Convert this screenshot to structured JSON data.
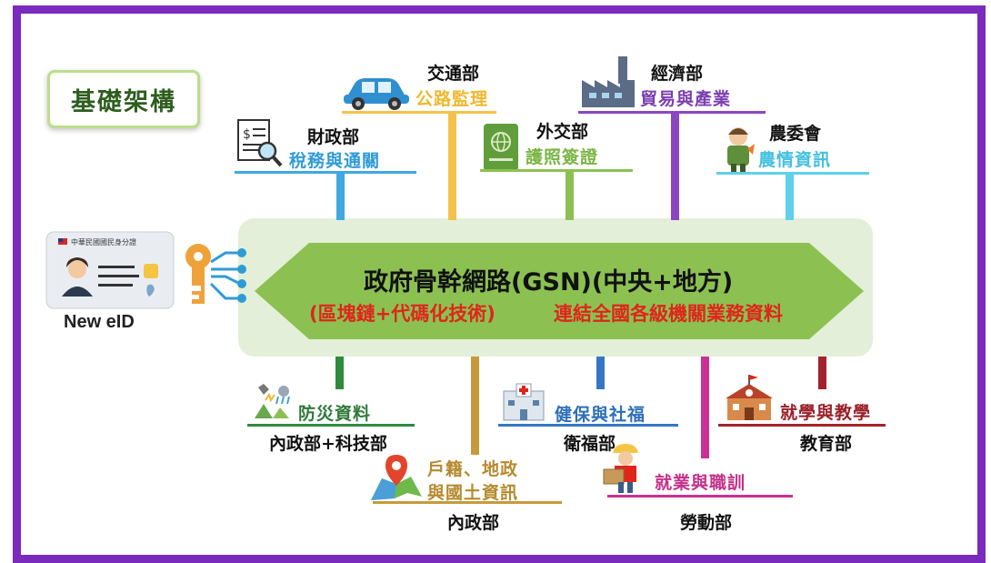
{
  "title": "基礎架構",
  "core": {
    "title": "政府骨幹網路(GSN)(中央+地方)",
    "sub_left": "(區塊鏈+代碼化技術)",
    "sub_right": "連結全國各級機關業務資料"
  },
  "eid": {
    "label": "New eID",
    "card_header": "中華民國國民身分證"
  },
  "top_nodes": [
    {
      "ministry": "財政部",
      "service": "稅務與通關",
      "color": "#2f9bd6",
      "line": "#3ea9e0",
      "icon": "tax-document-icon"
    },
    {
      "ministry": "交通部",
      "service": "公路監理",
      "color": "#f1b72c",
      "line": "#f4c24a",
      "icon": "car-icon"
    },
    {
      "ministry": "外交部",
      "service": "護照簽證",
      "color": "#79b544",
      "line": "#8cc152",
      "icon": "passport-icon"
    },
    {
      "ministry": "經濟部",
      "service": "貿易與產業",
      "color": "#7b3fb0",
      "line": "#8a46c2",
      "icon": "factory-icon"
    },
    {
      "ministry": "農委會",
      "service": "農情資訊",
      "color": "#45c0e0",
      "line": "#5fd0ec",
      "icon": "farmer-icon"
    }
  ],
  "bottom_nodes": [
    {
      "ministry": "內政部+科技部",
      "service": "防災資料",
      "color": "#2f7a3a",
      "line": "#2f8a3e",
      "icon": "disaster-icon"
    },
    {
      "ministry": "內政部",
      "service_line1": "戶籍、地政",
      "service_line2": "與國土資訊",
      "color": "#b58a2e",
      "line": "#c69a3a",
      "icon": "map-pin-icon"
    },
    {
      "ministry": "衛福部",
      "service": "健保與社福",
      "color": "#2e6fb8",
      "line": "#3577c4",
      "icon": "hospital-icon"
    },
    {
      "ministry": "勞動部",
      "service": "就業與職訓",
      "color": "#c4308a",
      "line": "#cc2f95",
      "icon": "worker-icon"
    },
    {
      "ministry": "教育部",
      "service": "就學與教學",
      "color": "#9a1f28",
      "line": "#a3232c",
      "icon": "school-icon"
    }
  ]
}
